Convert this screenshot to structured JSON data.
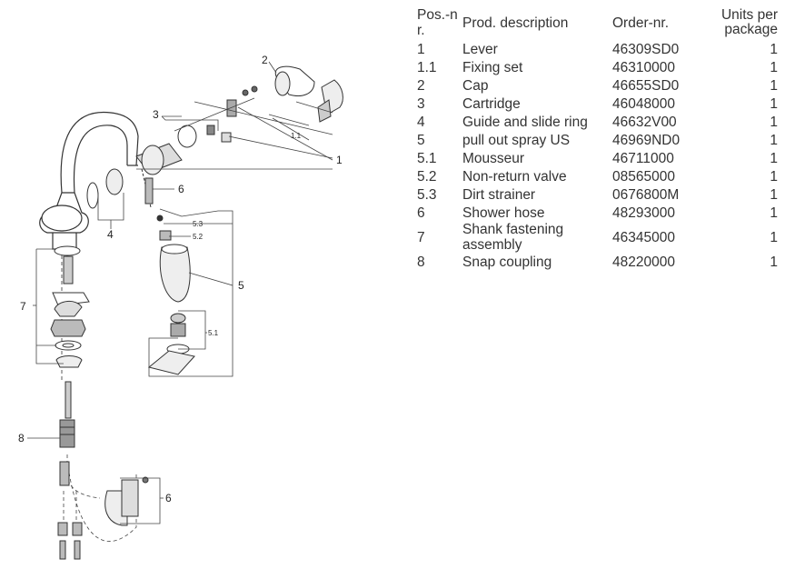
{
  "diagram": {
    "callouts": {
      "c1": "1",
      "c1_1": "1.1",
      "c2": "2",
      "c3": "3",
      "c4": "4",
      "c5": "5",
      "c5_1": "5.1",
      "c5_2": "5.2",
      "c5_3": "5.3",
      "c6_top": "6",
      "c6_bottom": "6",
      "c7": "7",
      "c8": "8"
    }
  },
  "table": {
    "headers": {
      "pos": "Pos.-nr.",
      "description": "Prod. description",
      "order": "Order-nr.",
      "units": "Units per package"
    },
    "rows": [
      {
        "pos": "1",
        "description": "Lever",
        "order": "46309SD0",
        "units": "1"
      },
      {
        "pos": "1.1",
        "description": "Fixing set",
        "order": "46310000",
        "units": "1"
      },
      {
        "pos": "2",
        "description": "Cap",
        "order": "46655SD0",
        "units": "1"
      },
      {
        "pos": "3",
        "description": "Cartridge",
        "order": "46048000",
        "units": "1"
      },
      {
        "pos": "4",
        "description": "Guide and slide ring",
        "order": "46632V00",
        "units": "1"
      },
      {
        "pos": "5",
        "description": "pull out spray US",
        "order": "46969ND0",
        "units": "1"
      },
      {
        "pos": "5.1",
        "description": "Mousseur",
        "order": "46711000",
        "units": "1"
      },
      {
        "pos": "5.2",
        "description": "Non-return valve",
        "order": "08565000",
        "units": "1"
      },
      {
        "pos": "5.3",
        "description": "Dirt strainer",
        "order": "0676800M",
        "units": "1"
      },
      {
        "pos": "6",
        "description": "Shower hose",
        "order": "48293000",
        "units": "1"
      },
      {
        "pos": "7",
        "description": "Shank fastening assembly",
        "order": "46345000",
        "units": "1"
      },
      {
        "pos": "8",
        "description": "Snap coupling",
        "order": "48220000",
        "units": "1"
      }
    ]
  }
}
